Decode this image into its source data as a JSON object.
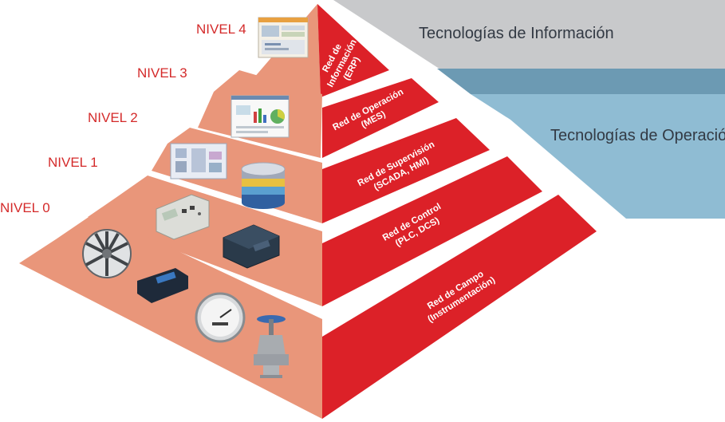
{
  "bands": {
    "it": "Tecnologías de Información",
    "ot": "Tecnologías de Operación"
  },
  "levels": [
    {
      "name": "NIVEL 4",
      "line1": "Red de",
      "line2": "Información",
      "line3": "(ERP)",
      "icon": "erp-software-screenshot-icon"
    },
    {
      "name": "NIVEL 3",
      "line1": "Red de Operación",
      "line2": "(MES)",
      "icon": "mes-dashboard-screenshot-icon"
    },
    {
      "name": "NIVEL 2",
      "line1": "Red de Supervisión",
      "line2": "(SCADA, HMI)",
      "icon": "scada-screen-and-database-icon"
    },
    {
      "name": "NIVEL 1",
      "line1": "Red de Control",
      "line2": "(PLC, DCS)",
      "icon": "plc-controller-icon"
    },
    {
      "name": "NIVEL 0",
      "line1": "Red de Campo",
      "line2": "(Instrumentación)",
      "icon": "field-instruments-icon"
    }
  ],
  "colors": {
    "red_face": "#dc2128",
    "salmon_face": "#e9967a",
    "it_band": "#c8c9cb",
    "ot_band": "#8fbcd3",
    "ot_band_dark": "#6c9ab3",
    "level_label": "#d42a2a"
  }
}
